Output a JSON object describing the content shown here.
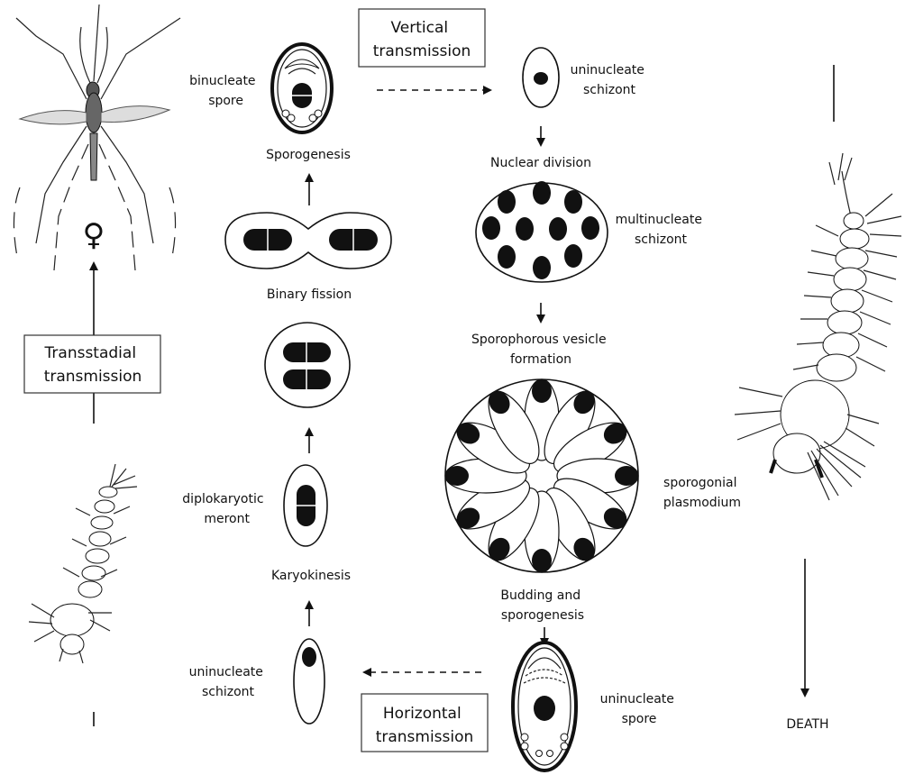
{
  "boxes": {
    "vertical": [
      "Vertical",
      "transmission"
    ],
    "transstadial": [
      "Transstadial",
      "transmission"
    ],
    "horizontal": [
      "Horizontal",
      "transmission"
    ]
  },
  "labels": {
    "binucleate_spore": [
      "binucleate",
      "spore"
    ],
    "uninucleate_schizont_top": [
      "uninucleate",
      "schizont"
    ],
    "sporogenesis": "Sporogenesis",
    "nuclear_division": "Nuclear division",
    "multinucleate_schizont": [
      "multinucleate",
      "schizont"
    ],
    "binary_fission": "Binary fission",
    "sporophorous_vesicle_formation": [
      "Sporophorous vesicle",
      "formation"
    ],
    "sporogonial_plasmodium": [
      "sporogonial",
      "plasmodium"
    ],
    "diplokaryotic_meront": [
      "diplokaryotic",
      "meront"
    ],
    "karyokinesis": "Karyokinesis",
    "budding_and_sporogenesis": [
      "Budding and",
      "sporogenesis"
    ],
    "uninucleate_schizont_bottom": [
      "uninucleate",
      "schizont"
    ],
    "uninucleate_spore": [
      "uninucleate",
      "spore"
    ],
    "death": "DEATH"
  },
  "icons": {
    "female": "♀",
    "mosquito": "mosquito-icon",
    "larva": "larva-icon"
  },
  "colors": {
    "ink": "#111111",
    "background": "#ffffff"
  }
}
